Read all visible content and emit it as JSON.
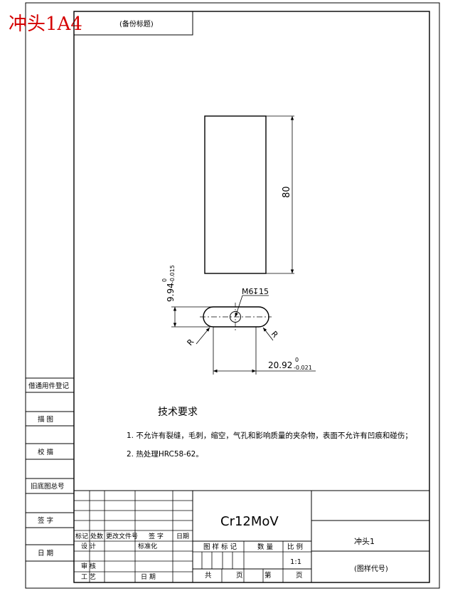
{
  "title_stamp": "冲头1A4",
  "top_box_label": "(备份标题)",
  "side_cells": {
    "borrowed_registry": "借通用件登记",
    "traced": "描  图",
    "proofread": "校  描",
    "old_drawing_no": "旧底图总号",
    "signature": "签  字",
    "date": "日  期"
  },
  "dimensions": {
    "height": "80",
    "width_base": "9.94",
    "width_upper": "0",
    "width_lower": "-0.015",
    "length_base": "20.92",
    "length_upper": "0",
    "length_lower": "-0.021",
    "thread": "M6",
    "thread_depth": "15",
    "radius_left": "R",
    "radius_right": "R"
  },
  "notes": {
    "heading": "技术要求",
    "line1": "1. 不允许有裂缝，毛刺，缩空，气孔和影响质量的夹杂物，表面不允许有凹痕和碰伤；",
    "line2": "2. 热处理HRC58-62。"
  },
  "title_block": {
    "material": "Cr12MoV",
    "part_name": "冲头1",
    "drawing_code": "(图样代号)",
    "rev_mark": "标记",
    "rev_count": "处数",
    "rev_doc": "更改文件号",
    "rev_sign": "签 字",
    "rev_date": "日期",
    "designer": "设 计",
    "standardizer": "标准化",
    "checker": "审 核",
    "process": "工 艺",
    "date": "日 期",
    "stage_mark": "图 样 标 记",
    "quantity": "数 量",
    "scale_label": "比 例",
    "scale_value": "1:1",
    "total_sheets": "共",
    "sheet_unit1": "页",
    "sheet_no": "第",
    "sheet_unit2": "页"
  }
}
